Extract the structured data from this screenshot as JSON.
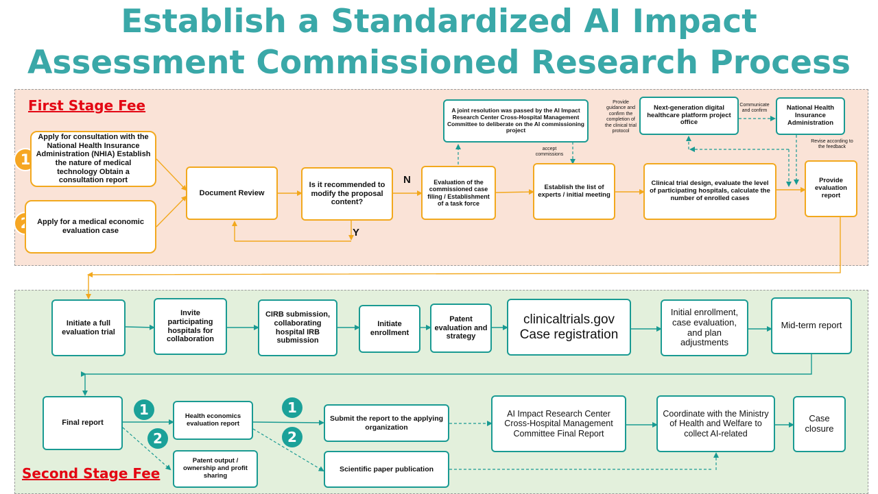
{
  "title": {
    "line1": "Establish a Standardized AI Impact",
    "line2": "Assessment Commissioned Research Process"
  },
  "stage1": {
    "label": "First Stage Fee",
    "badge1": "1",
    "badge2": "2",
    "apply_consult": "Apply for consultation with the National Health Insurance Administration (NHIA) Establish the nature of medical technology Obtain a consultation report",
    "apply_medical": "Apply for a medical economic evaluation case",
    "document_review": "Document Review",
    "recommend_question": "Is it recommended to modify the proposal content?",
    "label_n": "N",
    "label_y": "Y",
    "evaluation_filing": "Evaluation of the commissioned case filing / Establishment of a task force",
    "joint_resolution": "A joint resolution was passed by the AI Impact Research Center Cross-Hospital Management Committee to deliberate on the AI commissioning project",
    "accept_commissions": "accept commissions",
    "experts_list": "Establish the list of experts / initial meeting",
    "clinical_trial": "Clinical trial design, evaluate the level of participating hospitals, calculate the number of enrolled cases",
    "guidance_note": "Provide guidance and confirm the completion of the clinical trial protocol",
    "nextgen_office": "Next-generation digital healthcare platform project office",
    "communicate_note": "Communicate and confirm",
    "nhia": "National Health Insurance Administration",
    "revise_note": "Revise according to the feedback",
    "provide_report": "Provide evaluation report"
  },
  "stage2": {
    "label": "Second Stage Fee",
    "initiate_trial": "Initiate a full evaluation trial",
    "invite_hospitals": "Invite participating hospitals for collaboration",
    "cirb": "CIRB submission, collaborating hospital IRB submission",
    "initiate_enrollment": "Initiate enrollment",
    "patent_eval": "Patent evaluation and strategy",
    "clinicaltrials": "clinicaltrials.gov Case registration",
    "initial_enrollment": "Initial enrollment, case evaluation, and plan adjustments",
    "midterm": "Mid-term report",
    "final_report": "Final report",
    "badge1": "1",
    "badge2": "2",
    "health_econ": "Health economics evaluation report",
    "patent_output": "Patent output / ownership and profit sharing",
    "submit_report": "Submit the report to the applying organization",
    "sci_paper": "Scientific paper publication",
    "ai_final": "AI Impact Research Center Cross-Hospital Management Committee Final Report",
    "coordinate": "Coordinate with the Ministry of Health and Welfare to collect AI-related",
    "case_closure": "Case closure"
  },
  "colors": {
    "title": "#3aa8a8",
    "stage_label": "#e30613",
    "stage1_bg": "#fae3d7",
    "stage2_bg": "#e3f0dc",
    "orange": "#f2a81d",
    "teal": "#199a92"
  }
}
